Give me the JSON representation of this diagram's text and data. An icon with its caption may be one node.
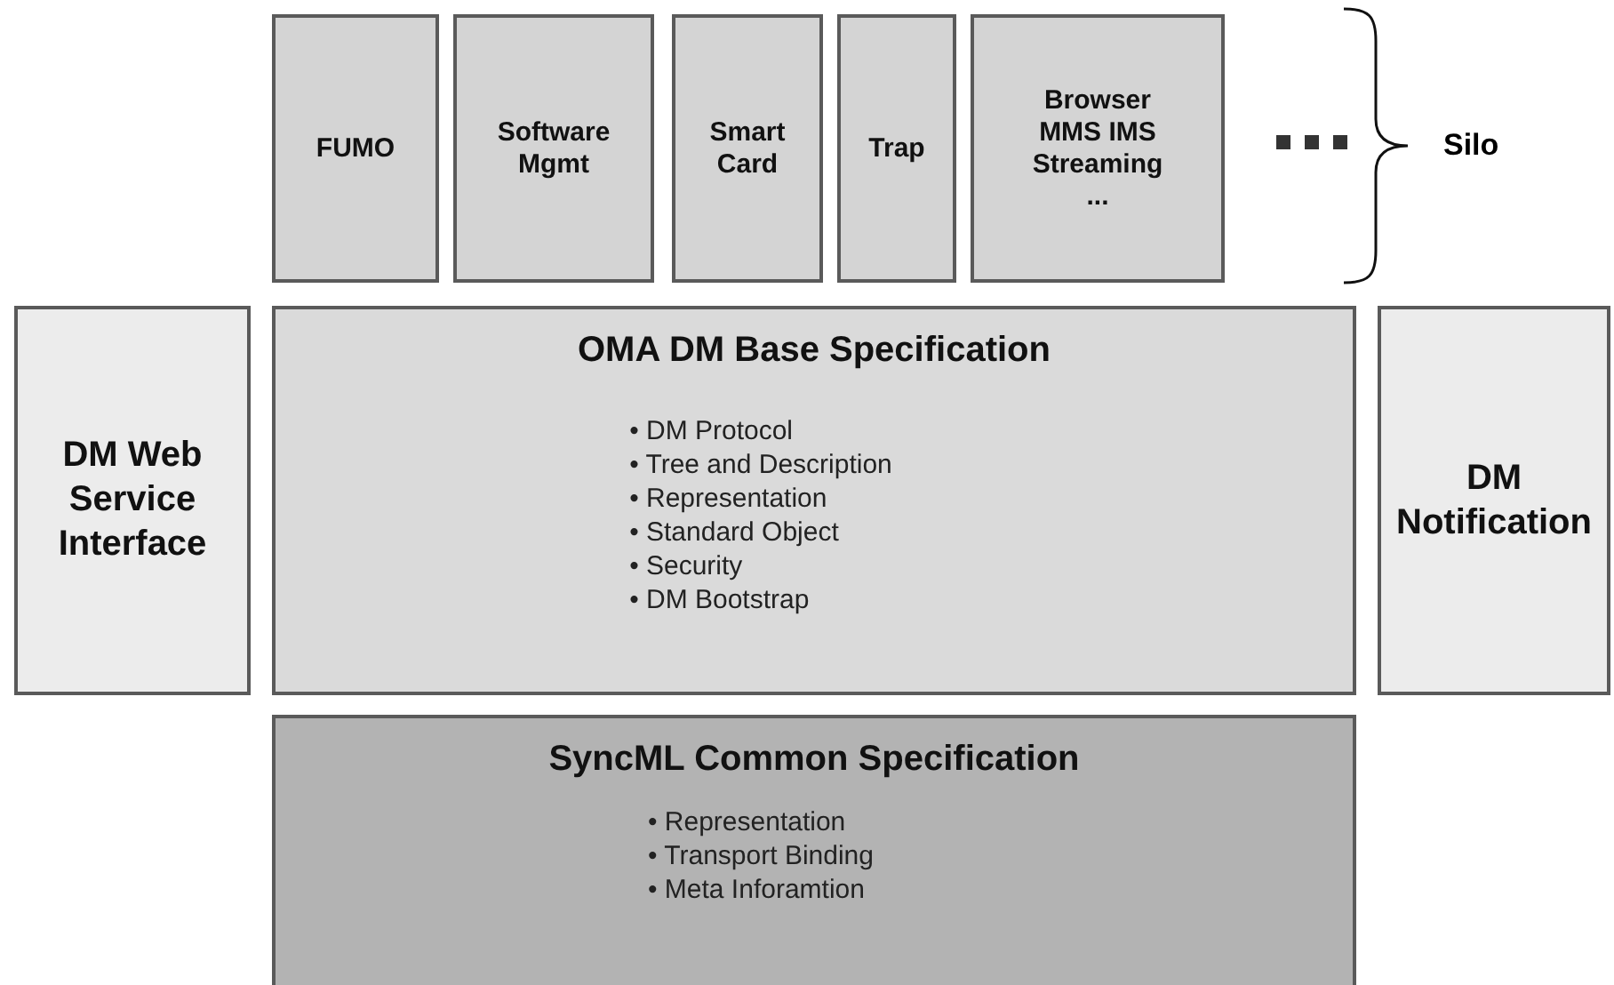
{
  "diagram": {
    "nodes": [
      {
        "text": [
          "FUMO"
        ]
      },
      {
        "text": [
          "Software Mgmt"
        ]
      },
      {
        "text": [
          "Smart Card"
        ]
      },
      {
        "text": [
          "Trap"
        ]
      },
      {
        "text": [
          "Browser MMS IMS Streaming ..."
        ]
      },
      {
        "text": [
          "DM Web Service Interface"
        ]
      },
      {
        "text": [
          "OMA DM Base Specification",
          "• DM Protocol",
          "• Tree and Description",
          "• Representation",
          "• Standard Object",
          "• Security",
          "• DM Bootstrap"
        ]
      },
      {
        "text": [
          "DM Notification"
        ]
      },
      {
        "text": [
          "SyncML Common Specification",
          "• Representation",
          "• Transport Binding",
          "• Meta Inforamtion"
        ]
      }
    ],
    "edges": [],
    "labels": [
      "Silo"
    ]
  }
}
